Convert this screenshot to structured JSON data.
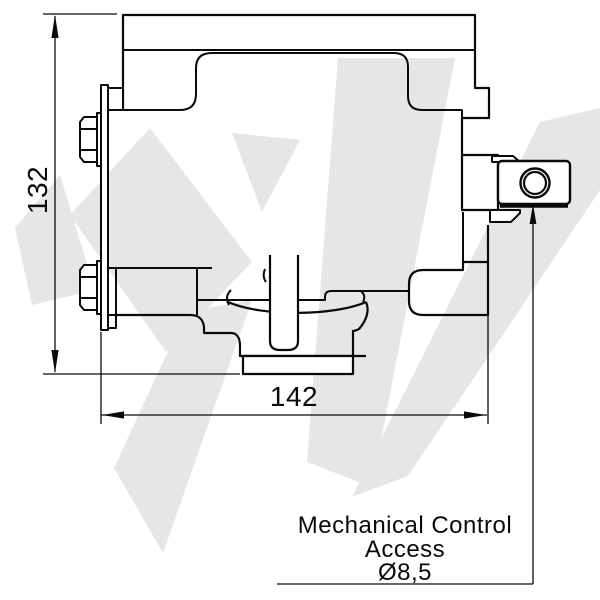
{
  "drawing": {
    "type": "technical-drawing-side-view",
    "dimensions": {
      "height_label": "132",
      "width_label": "142"
    },
    "note": {
      "line1": "Mechanical Control",
      "line2": "Access",
      "line3": "Ø8,5"
    },
    "colors": {
      "line": "#0a0a0a",
      "watermark": "#e6e6e6",
      "background": "#ffffff"
    }
  }
}
